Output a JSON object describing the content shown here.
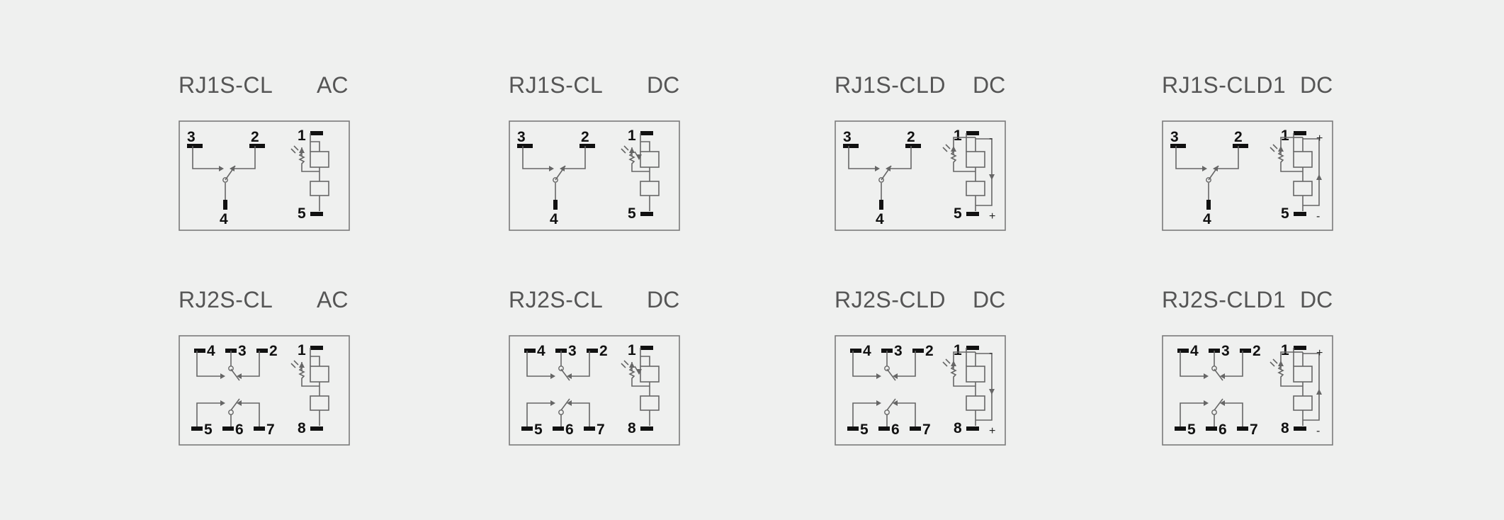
{
  "diagrams": [
    {
      "model": "RJ1S-CL",
      "supply": "AC",
      "poles": 1,
      "variant": "CL-AC",
      "pins": {
        "no": "3",
        "nc": "2",
        "com": "4",
        "coil_a": "1",
        "coil_b": "5"
      },
      "signs": {}
    },
    {
      "model": "RJ1S-CL",
      "supply": "DC",
      "poles": 1,
      "variant": "CL-DC",
      "pins": {
        "no": "3",
        "nc": "2",
        "com": "4",
        "coil_a": "1",
        "coil_b": "5"
      },
      "signs": {}
    },
    {
      "model": "RJ1S-CLD",
      "supply": "DC",
      "poles": 1,
      "variant": "CLD",
      "pins": {
        "no": "3",
        "nc": "2",
        "com": "4",
        "coil_a": "1",
        "coil_b": "5"
      },
      "signs": {
        "top": "-",
        "bottom": "+"
      }
    },
    {
      "model": "RJ1S-CLD1",
      "supply": "DC",
      "poles": 1,
      "variant": "CLD1",
      "pins": {
        "no": "3",
        "nc": "2",
        "com": "4",
        "coil_a": "1",
        "coil_b": "5"
      },
      "signs": {
        "top": "+",
        "bottom": "-"
      }
    },
    {
      "model": "RJ2S-CL",
      "supply": "AC",
      "poles": 2,
      "variant": "CL-AC",
      "pins": {
        "p1": "4",
        "p2": "3",
        "p3": "2",
        "p4": "5",
        "p5": "6",
        "p6": "7",
        "coil_a": "1",
        "coil_b": "8"
      },
      "signs": {}
    },
    {
      "model": "RJ2S-CL",
      "supply": "DC",
      "poles": 2,
      "variant": "CL-DC",
      "pins": {
        "p1": "4",
        "p2": "3",
        "p3": "2",
        "p4": "5",
        "p5": "6",
        "p6": "7",
        "coil_a": "1",
        "coil_b": "8"
      },
      "signs": {}
    },
    {
      "model": "RJ2S-CLD",
      "supply": "DC",
      "poles": 2,
      "variant": "CLD",
      "pins": {
        "p1": "4",
        "p2": "3",
        "p3": "2",
        "p4": "5",
        "p5": "6",
        "p6": "7",
        "coil_a": "1",
        "coil_b": "8"
      },
      "signs": {
        "top": "-",
        "bottom": "+"
      }
    },
    {
      "model": "RJ2S-CLD1",
      "supply": "DC",
      "poles": 2,
      "variant": "CLD1",
      "pins": {
        "p1": "4",
        "p2": "3",
        "p3": "2",
        "p4": "5",
        "p5": "6",
        "p6": "7",
        "coil_a": "1",
        "coil_b": "8"
      },
      "signs": {
        "top": "+",
        "bottom": "-"
      }
    }
  ],
  "colors": {
    "background": "#eff0ef",
    "box_border": "#7a7a7a",
    "line": "#666666",
    "pin": "#111111",
    "label": "#555555"
  }
}
